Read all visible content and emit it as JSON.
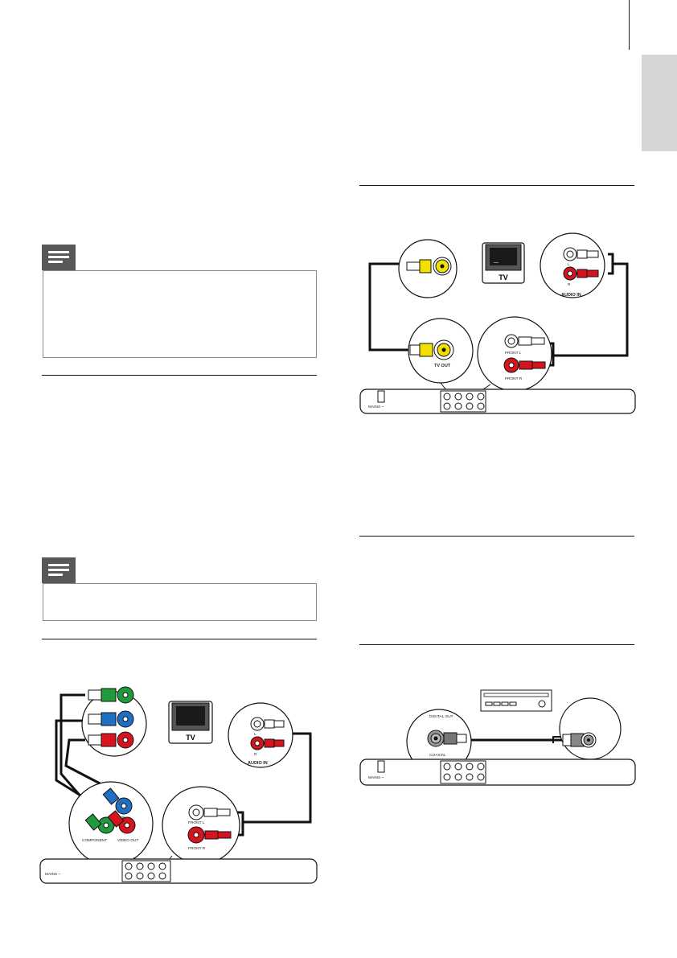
{
  "labels": {
    "tv": "TV",
    "audio_in": "AUDIO IN",
    "tv_out": "TV OUT",
    "front_l": "FRONT L",
    "front_r": "FRONT R",
    "component": "COMPONENT",
    "video_out": "VIDEO OUT",
    "digital_out": "DIGITAL OUT",
    "coaxial": "COAXIAL",
    "l": "L",
    "r": "R"
  },
  "colors": {
    "note_icon": "#58585a",
    "language_tab": "#d6d6d8",
    "yellow_plug": "#f2e000",
    "red_plug": "#d7141e",
    "green_plug": "#1f9a3c",
    "blue_plug": "#1f6fc4",
    "white_plug": "#ffffff",
    "grey_plug": "#9a9a9a"
  },
  "icons": [
    "note-icon",
    "note-icon"
  ]
}
